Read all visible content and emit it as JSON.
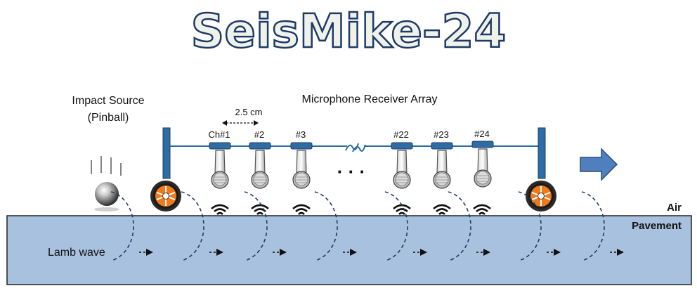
{
  "title": "SeisMike-24",
  "impact_source": {
    "line1": "Impact Source",
    "line2": "(Pinball)"
  },
  "array_label": "Microphone Receiver  Array",
  "spacing_label": "2.5 cm",
  "channels": [
    "Ch#1",
    "#2",
    "#3",
    "#22",
    "#23",
    "#24"
  ],
  "ellipsis": "· · ·",
  "air_label": "Air",
  "pavement_label": "Pavement",
  "wave_label": "Lamb wave",
  "colors": {
    "title_fill": "#eef2ea",
    "title_stroke": "#1f3a66",
    "frame": "#2e6da4",
    "pavement": "#a8c1df",
    "wheel_tire": "#2a2a2a",
    "wheel_rim": "#f07a1a",
    "arrow": "#4f7fbd"
  },
  "icons": [
    "steel-ball-icon",
    "microphone-icon",
    "sound-wave-icon",
    "wheel-icon",
    "direction-arrow-icon",
    "break-mark-icon"
  ]
}
